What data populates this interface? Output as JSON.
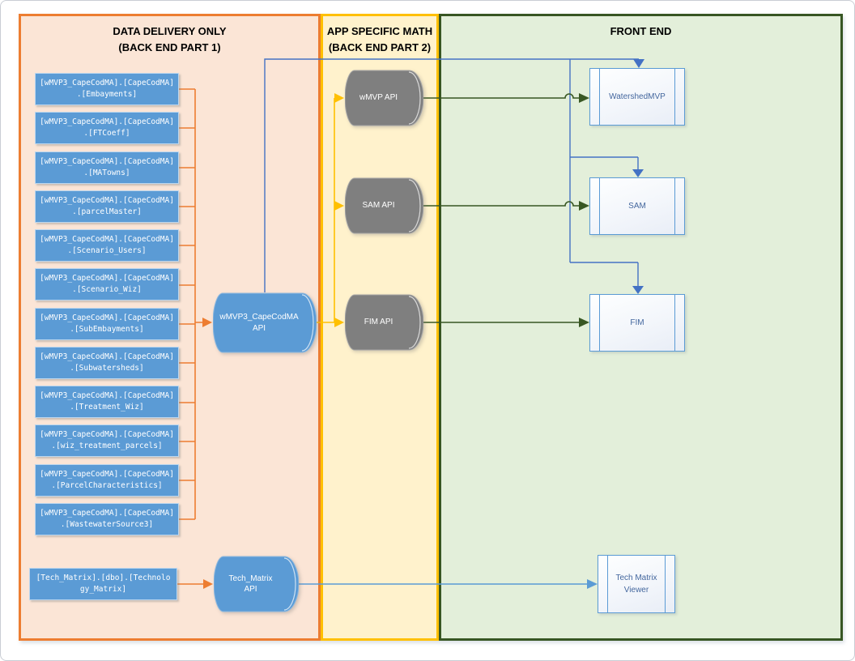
{
  "sections": {
    "backend1": {
      "title_line1": "DATA DELIVERY ONLY",
      "title_line2": "(BACK END PART 1)"
    },
    "backend2": {
      "title_line1": "APP SPECIFIC MATH",
      "title_line2": "(BACK END PART 2)"
    },
    "frontend": {
      "title_line1": "FRONT END"
    }
  },
  "db_tables": [
    {
      "line1": "[wMVP3_CapeCodMA].[CapeCodMA]",
      "line2": ".[Embayments]"
    },
    {
      "line1": "[wMVP3_CapeCodMA].[CapeCodMA]",
      "line2": ".[FTCoeff]"
    },
    {
      "line1": "[wMVP3_CapeCodMA].[CapeCodMA]",
      "line2": ".[MATowns]"
    },
    {
      "line1": "[wMVP3_CapeCodMA].[CapeCodMA]",
      "line2": ".[parcelMaster]"
    },
    {
      "line1": "[wMVP3_CapeCodMA].[CapeCodMA]",
      "line2": ".[Scenario_Users]"
    },
    {
      "line1": "[wMVP3_CapeCodMA].[CapeCodMA]",
      "line2": ".[Scenario_Wiz]"
    },
    {
      "line1": "[wMVP3_CapeCodMA].[CapeCodMA]",
      "line2": ".[SubEmbayments]"
    },
    {
      "line1": "[wMVP3_CapeCodMA].[CapeCodMA]",
      "line2": ".[Subwatersheds]"
    },
    {
      "line1": "[wMVP3_CapeCodMA].[CapeCodMA]",
      "line2": ".[Treatment_Wiz]"
    },
    {
      "line1": "[wMVP3_CapeCodMA].[CapeCodMA]",
      "line2": ".[wiz_treatment_parcels]"
    },
    {
      "line1": "[wMVP3_CapeCodMA].[CapeCodMA]",
      "line2": ".[ParcelCharacteristics]"
    },
    {
      "line1": "[wMVP3_CapeCodMA].[CapeCodMA]",
      "line2": ".[WastewaterSource3]"
    }
  ],
  "tech_matrix_table": {
    "line1": "[Tech_Matrix].[dbo].[Technolo",
    "line2": "gy_Matrix]"
  },
  "api_cylinders": {
    "main_db_api": {
      "label_line1": "wMVP3_CapeCodMA",
      "label_line2": "API"
    },
    "tech_matrix_api": {
      "label_line1": "Tech_Matrix",
      "label_line2": "API"
    },
    "wmvp_api": {
      "label": "wMVP API"
    },
    "sam_api": {
      "label": "SAM API"
    },
    "fim_api": {
      "label": "FIM API"
    }
  },
  "frontend_apps": [
    {
      "label": "WatershedMVP"
    },
    {
      "label": "SAM"
    },
    {
      "label": "FIM"
    },
    {
      "label": "Tech Matrix Viewer"
    }
  ],
  "colors": {
    "backend1_fill": "#FBE5D6",
    "backend1_border": "#ED7D31",
    "backend2_fill": "#FFF2CC",
    "backend2_border": "#FFC000",
    "frontend_fill": "#E3EFDA",
    "frontend_border": "#375623",
    "db_box_fill": "#5B9BD5",
    "db_text": "#FFFFFF",
    "api_blue": "#5B9BD5",
    "api_gray": "#7F7F7F",
    "arrow_orange": "#ED7D31",
    "arrow_yellow": "#FFC000",
    "arrow_blue": "#4472C4",
    "arrow_lightblue": "#5B9BD5",
    "arrow_green": "#385723",
    "frontend_app_text": "#44679E"
  }
}
